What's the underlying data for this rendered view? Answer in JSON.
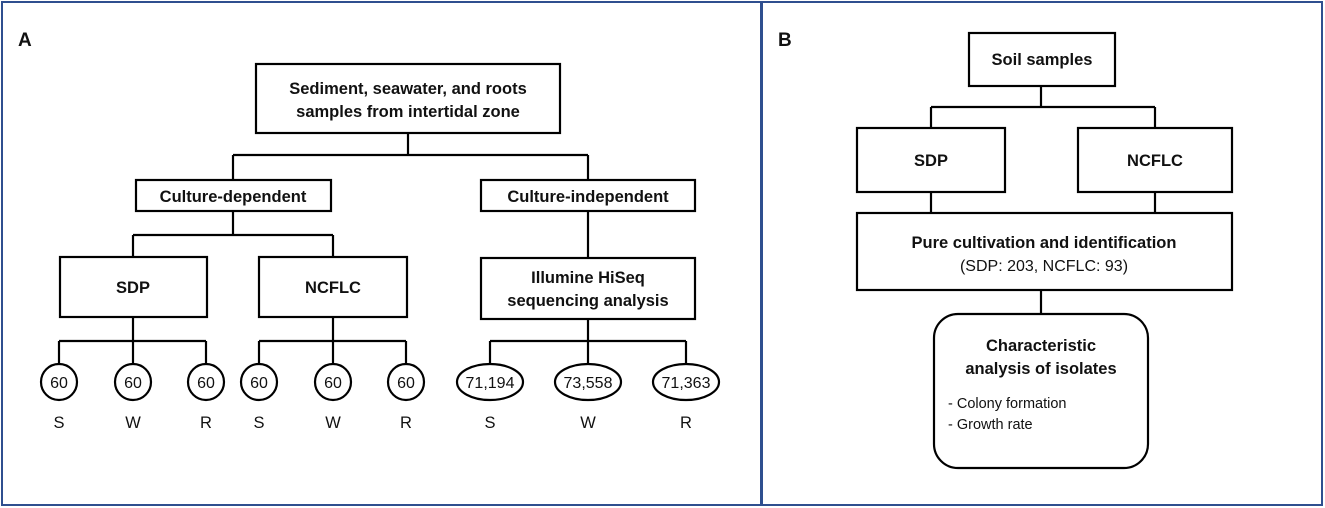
{
  "panel_a": {
    "label": "A",
    "root_line1": "Sediment, seawater, and roots",
    "root_line2": "samples from intertidal zone",
    "culture_dependent": "Culture-dependent",
    "culture_independent": "Culture-independent",
    "sdp": "SDP",
    "ncflc": "NCFLC",
    "illumine_line1": "Illumine HiSeq",
    "illumine_line2": "sequencing analysis",
    "sdp_counts": [
      "60",
      "60",
      "60"
    ],
    "ncflc_counts": [
      "60",
      "60",
      "60"
    ],
    "seq_counts": [
      "71,194",
      "73,558",
      "71,363"
    ],
    "sample_labels": [
      "S",
      "W",
      "R"
    ]
  },
  "panel_b": {
    "label": "B",
    "soil": "Soil samples",
    "sdp": "SDP",
    "ncflc": "NCFLC",
    "pure_line1": "Pure cultivation and identification",
    "pure_line2": "(SDP: 203, NCFLC: 93)",
    "char_line1": "Characteristic",
    "char_line2": "analysis of isolates",
    "bullet1": "- Colony formation",
    "bullet2": "- Growth rate"
  },
  "colors": {
    "panel_border": "#2f4f8f",
    "line": "#000000"
  }
}
